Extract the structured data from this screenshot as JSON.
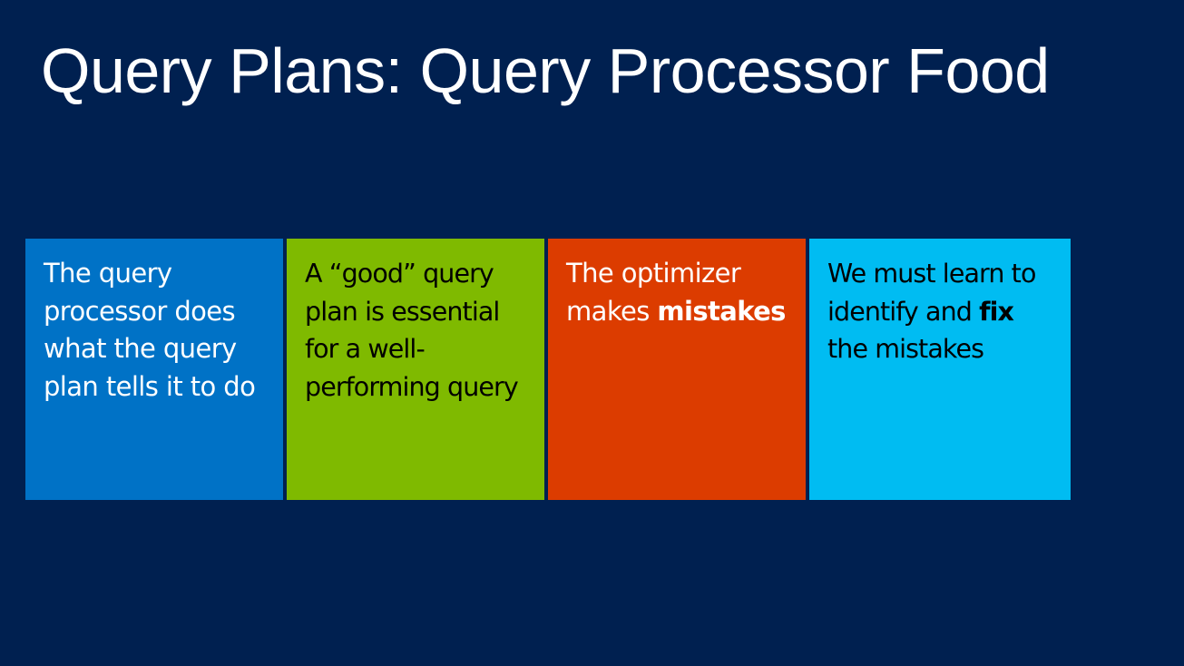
{
  "slide": {
    "title": "Query Plans: Query Processor Food"
  },
  "tiles": [
    {
      "color": "#0072c6",
      "text": "The query processor does what the query plan tells it to do"
    },
    {
      "color": "#7fba00",
      "text": "A “good” query plan is essential for a well-performing query"
    },
    {
      "color": "#dc3c00",
      "text_before": "The optimizer makes ",
      "text_bold": "mistakes"
    },
    {
      "color": "#00bcf2",
      "text_before": "We must learn to identify and ",
      "text_bold": "fix",
      "text_after": " the mistakes"
    }
  ]
}
